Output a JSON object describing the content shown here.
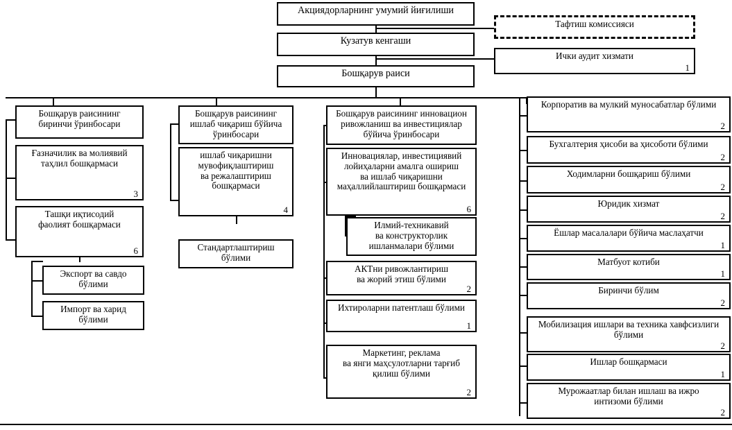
{
  "diagram": {
    "title": "Joint-stock company organizational structure chart",
    "language": "uz-Cyrl",
    "colors": {
      "line": "#000000",
      "box_fill": "#ffffff",
      "text": "#000000"
    },
    "top": {
      "shareholders_meeting": {
        "label": "Акциядорларнинг умумий йиғилиши",
        "count": ""
      },
      "supervisory_board": {
        "label": "Кузатув кенгаши",
        "count": ""
      },
      "management_chairman": {
        "label": "Бошқарув раиси",
        "count": ""
      },
      "audit_commission": {
        "label": "Тафтиш комиссияси",
        "count": "",
        "style": "dashed"
      },
      "internal_audit": {
        "label": "Ички аудит хизмати",
        "count": "1"
      }
    },
    "column1": {
      "head": {
        "label": "Бошқарув раисининг\nбиринчи ўринбосари",
        "count": ""
      },
      "items": [
        {
          "label": "Ғазначилик ва молиявий\nтаҳлил бошқармаси",
          "count": "3"
        },
        {
          "label": "Ташқи иқтисодий\nфаолият бошқармаси",
          "count": "6"
        }
      ],
      "subitems": [
        {
          "label": "Экспорт ва савдо\nбўлими",
          "count": ""
        },
        {
          "label": "Импорт ва харид\nбўлими",
          "count": ""
        }
      ]
    },
    "column2": {
      "head": {
        "label": "Бошқарув раисининг\nишлаб чиқариш бўйича\nўринбосари",
        "count": ""
      },
      "items": [
        {
          "label": "ишлаб чиқаришни\nмувофиқлаштириш\nва режалаштириш\nбошқармаси",
          "count": "4"
        }
      ],
      "subitems": [
        {
          "label": "Стандартлаштириш\nбўлими",
          "count": ""
        }
      ]
    },
    "column3": {
      "head": {
        "label": "Бошқарув раисининг инновацион\nривожланиш ва инвестициялар\nбўйича ўринбосари",
        "count": ""
      },
      "items": [
        {
          "label": "Инновациялар, инвестициявий\nлойиҳаларни амалга ошириш\nва ишлаб чиқаришни\nмаҳаллийлаштириш бошқармаси",
          "count": "6"
        },
        {
          "label": "АКТни ривожлантириш\nва жорий этиш бўлими",
          "count": "2"
        },
        {
          "label": "Ихтироларни патентлаш бўлими",
          "count": "1"
        },
        {
          "label": "Маркетинг, реклама\nва янги маҳсулотларни тарғиб\nқилиш бўлими",
          "count": "2"
        }
      ],
      "subitems": [
        {
          "label": "Илмий-техникавий\nва конструкторлик\nишланмалари бўлими",
          "count": ""
        }
      ]
    },
    "column4": {
      "items": [
        {
          "label": "Корпоратив ва мулкий муносабатлар бўлими",
          "count": "2"
        },
        {
          "label": "Бухгалтерия ҳисоби ва ҳисоботи бўлими",
          "count": "2"
        },
        {
          "label": "Ходимларни бошқариш бўлими",
          "count": "2"
        },
        {
          "label": "Юридик хизмат",
          "count": "2"
        },
        {
          "label": "Ёшлар масалалари бўйича маслаҳатчи",
          "count": "1"
        },
        {
          "label": "Матбуот котиби",
          "count": "1"
        },
        {
          "label": "Биринчи бўлим",
          "count": "2"
        },
        {
          "label": "Мобилизация ишлари ва техника хавфсизлиги\nбўлими",
          "count": "2"
        },
        {
          "label": "Ишлар бошқармаси",
          "count": "1"
        },
        {
          "label": "Мурожаатлар билан ишлаш ва ижро\nинтизоми бўлими",
          "count": "2"
        }
      ]
    }
  }
}
